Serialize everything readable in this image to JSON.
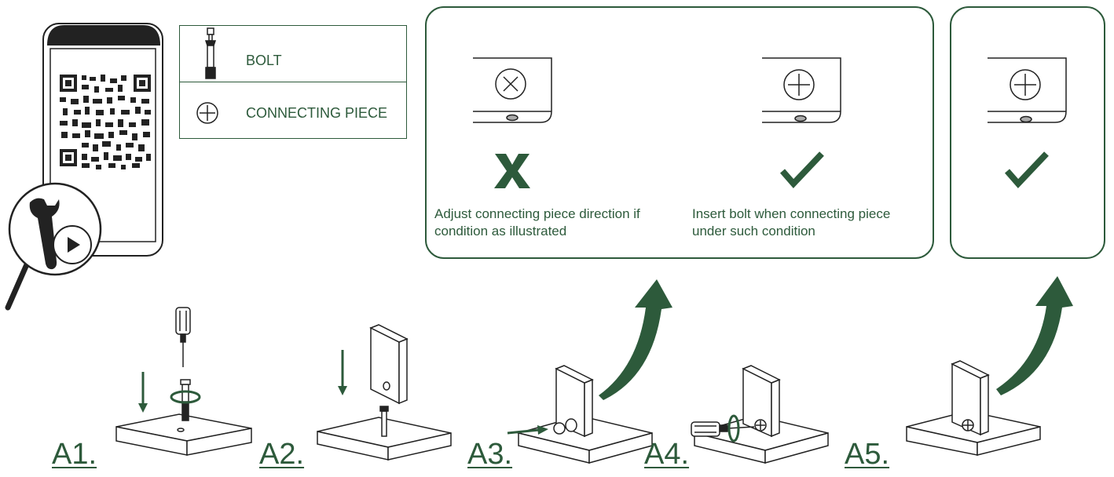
{
  "legend": {
    "bolt_label": "BOLT",
    "connecting_piece_label": "CONNECTING PIECE"
  },
  "check_panel": {
    "wrong_caption": "Adjust connecting piece direction if condition as illustrated",
    "right_caption": "Insert bolt when connecting piece under such condition"
  },
  "steps": [
    "A1.",
    "A2.",
    "A3.",
    "A4.",
    "A5."
  ],
  "icons": [
    "qr-code-icon",
    "wrench-icon",
    "play-icon",
    "magnifier-icon",
    "bolt-icon",
    "connecting-piece-icon",
    "cross-mark-icon",
    "check-mark-icon",
    "screwdriver-icon",
    "rotation-arrow-icon",
    "curved-arrow-icon"
  ],
  "colors": {
    "accent": "#2d5a3b",
    "line": "#222222"
  }
}
